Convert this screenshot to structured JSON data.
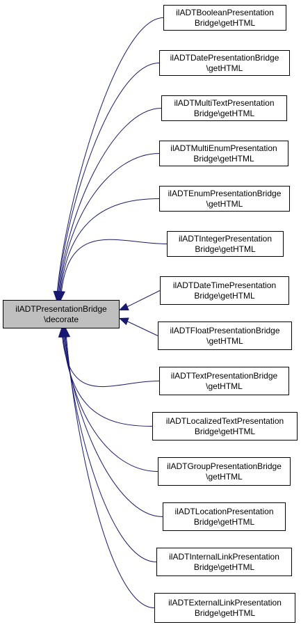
{
  "diagram": {
    "edge_color": "#191970",
    "root": {
      "line1": "ilADTPresentationBridge",
      "line2": "\\decorate",
      "fill": "#bfbfbf"
    },
    "callers": [
      {
        "line1": "ilADTBooleanPresentation",
        "line2": "Bridge\\getHTML"
      },
      {
        "line1": "ilADTDatePresentationBridge",
        "line2": "\\getHTML"
      },
      {
        "line1": "ilADTMultiTextPresentation",
        "line2": "Bridge\\getHTML"
      },
      {
        "line1": "ilADTMultiEnumPresentation",
        "line2": "Bridge\\getHTML"
      },
      {
        "line1": "ilADTEnumPresentationBridge",
        "line2": "\\getHTML"
      },
      {
        "line1": "ilADTIntegerPresentation",
        "line2": "Bridge\\getHTML"
      },
      {
        "line1": "ilADTDateTimePresentation",
        "line2": "Bridge\\getHTML"
      },
      {
        "line1": "ilADTFloatPresentationBridge",
        "line2": "\\getHTML"
      },
      {
        "line1": "ilADTTextPresentationBridge",
        "line2": "\\getHTML"
      },
      {
        "line1": "ilADTLocalizedTextPresentation",
        "line2": "Bridge\\getHTML"
      },
      {
        "line1": "ilADTGroupPresentationBridge",
        "line2": "\\getHTML"
      },
      {
        "line1": "ilADTLocationPresentation",
        "line2": "Bridge\\getHTML"
      },
      {
        "line1": "ilADTInternalLinkPresentation",
        "line2": "Bridge\\getHTML"
      },
      {
        "line1": "ilADTExternalLinkPresentation",
        "line2": "Bridge\\getHTML"
      }
    ]
  }
}
